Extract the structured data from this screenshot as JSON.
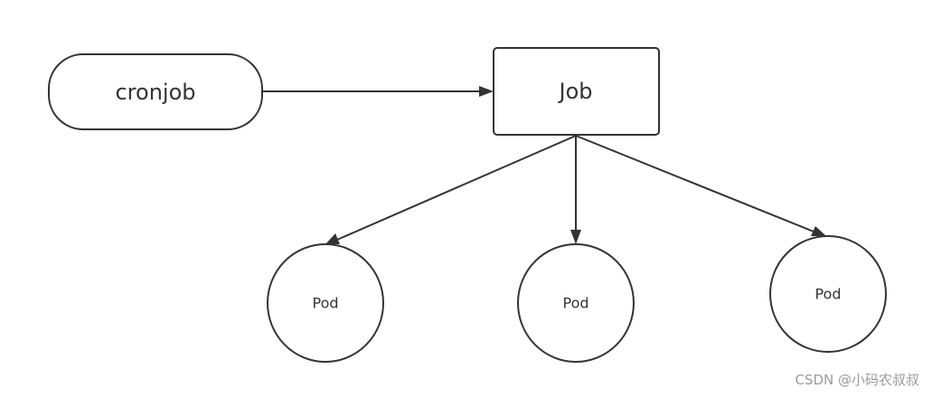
{
  "nodes": {
    "cronjob": {
      "label": "cronjob"
    },
    "job": {
      "label": "Job"
    },
    "pod1": {
      "label": "Pod"
    },
    "pod2": {
      "label": "Pod"
    },
    "pod3": {
      "label": "Pod"
    }
  },
  "edges": [
    {
      "from": "cronjob",
      "to": "job"
    },
    {
      "from": "job",
      "to": "pod1"
    },
    {
      "from": "job",
      "to": "pod2"
    },
    {
      "from": "job",
      "to": "pod3"
    }
  ],
  "colors": {
    "stroke": "#333333",
    "text": "#333333",
    "background": "#ffffff",
    "watermark": "#9a9a9a"
  },
  "watermark": "CSDN @小码农叔叔"
}
